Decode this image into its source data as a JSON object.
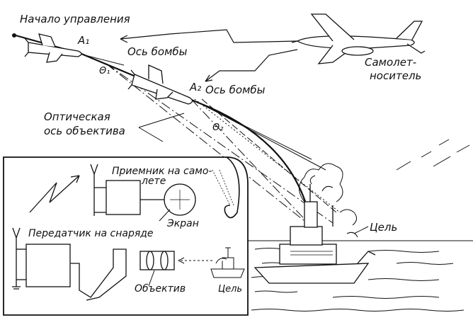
{
  "labels": {
    "control_start": "Начало управления",
    "pos1": "A₁",
    "bomb_axis_1": "Ось бомбы",
    "theta1": "Θ₁",
    "pos2": "A₂",
    "bomb_axis_2": "Ось бомбы",
    "theta2": "Θ₂",
    "carrier_line1": "Самолет-",
    "carrier_line2": "носитель",
    "optical_line1": "Оптическая",
    "optical_line2": "ось объектива",
    "target": "Цель",
    "receiver_line1": "Приемник на само-",
    "receiver_line2": "лете",
    "screen": "Экран",
    "transmitter": "Передатчик на снаряде",
    "lens": "Объектив",
    "target_small": "Цель"
  },
  "icons": {
    "aircraft": "carrier-aircraft-icon",
    "bomb": "guided-bomb-icon",
    "ship": "warship-icon",
    "antenna": "antenna-icon",
    "lightning": "radio-signal-icon"
  },
  "colors": {
    "ink": "#111111",
    "paper": "#ffffff"
  }
}
